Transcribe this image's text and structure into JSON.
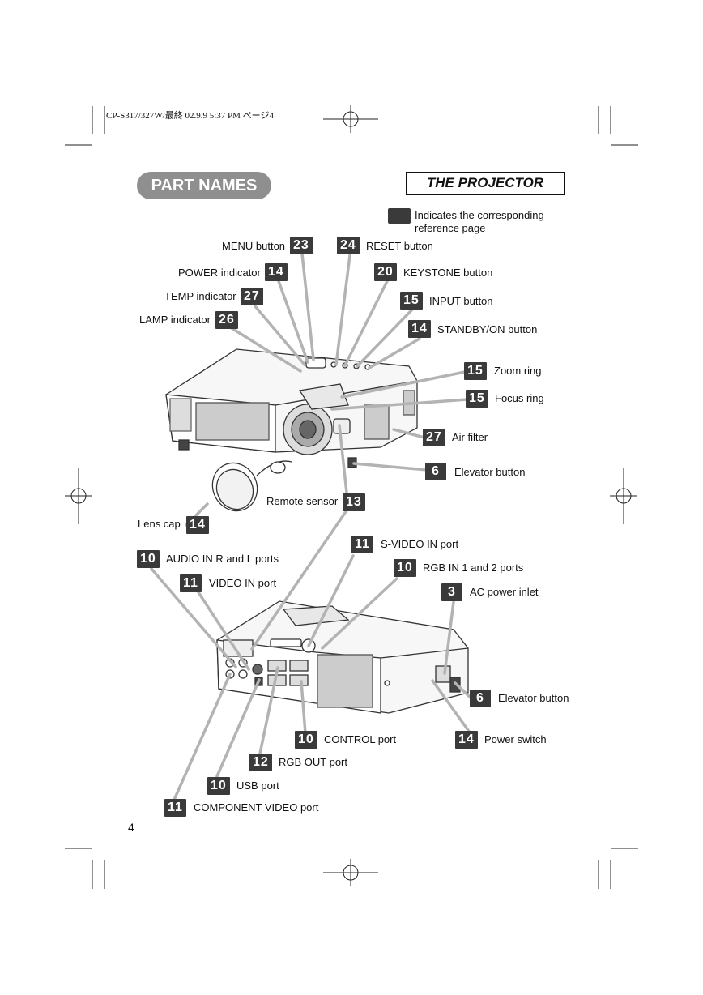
{
  "print_header": "CP-S317/327W/最終  02.9.9  5:37 PM  ページ4",
  "section_title": "PART NAMES",
  "section_subtitle": "THE PROJECTOR",
  "legend": {
    "line1": "Indicates the corresponding",
    "line2": "reference page"
  },
  "callouts": {
    "menu": {
      "label": "MENU button",
      "page": "23"
    },
    "reset": {
      "label": "RESET button",
      "page": "24"
    },
    "power_ind": {
      "label": "POWER indicator",
      "page": "14"
    },
    "keystone": {
      "label": "KEYSTONE button",
      "page": "20"
    },
    "temp": {
      "label": "TEMP indicator",
      "page": "27"
    },
    "input": {
      "label": "INPUT button",
      "page": "15"
    },
    "lamp": {
      "label": "LAMP indicator",
      "page": "26"
    },
    "standby": {
      "label": "STANDBY/ON button",
      "page": "14"
    },
    "zoom": {
      "label": "Zoom ring",
      "page": "15"
    },
    "focus": {
      "label": "Focus ring",
      "page": "15"
    },
    "air_filter": {
      "label": "Air filter",
      "page": "27"
    },
    "elevator_front": {
      "label": "Elevator button",
      "page": "6"
    },
    "remote_sensor": {
      "label": "Remote sensor",
      "page": "13"
    },
    "lens_cap": {
      "label": "Lens cap",
      "page": "14"
    },
    "svideo": {
      "label": "S-VIDEO IN port",
      "page": "11"
    },
    "audio": {
      "label": "AUDIO IN R and L ports",
      "page": "10"
    },
    "rgb_in": {
      "label": "RGB IN 1 and 2 ports",
      "page": "10"
    },
    "video_in": {
      "label": "VIDEO IN port",
      "page": "11"
    },
    "ac_inlet": {
      "label": "AC power inlet",
      "page": "3"
    },
    "elevator_rear": {
      "label": "Elevator button",
      "page": "6"
    },
    "control": {
      "label": "CONTROL port",
      "page": "10"
    },
    "power_switch": {
      "label": "Power switch",
      "page": "14"
    },
    "rgb_out": {
      "label": "RGB OUT port",
      "page": "12"
    },
    "usb": {
      "label": "USB port",
      "page": "10"
    },
    "component": {
      "label": "COMPONENT VIDEO port",
      "page": "11"
    }
  },
  "page_number": "4"
}
